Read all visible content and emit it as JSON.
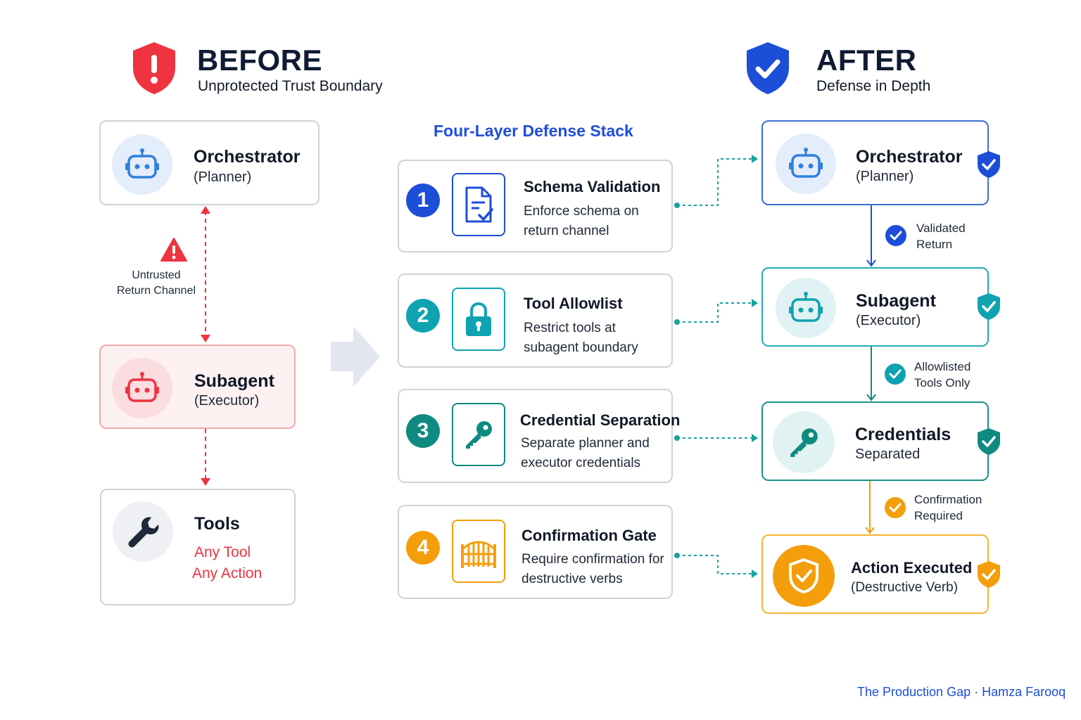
{
  "before": {
    "title": "BEFORE",
    "subtitle": "Unprotected Trust Boundary",
    "orchestrator": {
      "title": "Orchestrator",
      "subtitle": "(Planner)"
    },
    "channel_label_1": "Untrusted",
    "channel_label_2": "Return Channel",
    "subagent": {
      "title": "Subagent",
      "subtitle": "(Executor)"
    },
    "tools": {
      "title": "Tools",
      "line1": "Any Tool",
      "line2": "Any Action"
    }
  },
  "stack": {
    "title": "Four-Layer Defense Stack",
    "layers": [
      {
        "number": "1",
        "name": "Schema Validation",
        "desc1": "Enforce schema on",
        "desc2": "return channel",
        "color": "#1d4ed8",
        "icon": "document-check-icon"
      },
      {
        "number": "2",
        "name": "Tool Allowlist",
        "desc1": "Restrict tools at",
        "desc2": "subagent boundary",
        "color": "#0fa3b1",
        "icon": "lock-icon"
      },
      {
        "number": "3",
        "name": "Credential Separation",
        "desc1": "Separate planner and",
        "desc2": "executor credentials",
        "color": "#0f8a80",
        "icon": "key-icon"
      },
      {
        "number": "4",
        "name": "Confirmation Gate",
        "desc1": "Require confirmation for",
        "desc2": "destructive verbs",
        "color": "#f59e0b",
        "icon": "gate-icon"
      }
    ]
  },
  "after": {
    "title": "AFTER",
    "subtitle": "Defense in Depth",
    "orchestrator": {
      "title": "Orchestrator",
      "subtitle": "(Planner)"
    },
    "edge1_1": "Validated",
    "edge1_2": "Return",
    "subagent": {
      "title": "Subagent",
      "subtitle": "(Executor)"
    },
    "edge2_1": "Allowlisted",
    "edge2_2": "Tools Only",
    "credentials": {
      "title": "Credentials",
      "subtitle": "Separated"
    },
    "edge3_1": "Confirmation",
    "edge3_2": "Required",
    "action": {
      "title": "Action Executed",
      "subtitle": "(Destructive Verb)"
    }
  },
  "footer": "The Production Gap · Hamza Farooq"
}
